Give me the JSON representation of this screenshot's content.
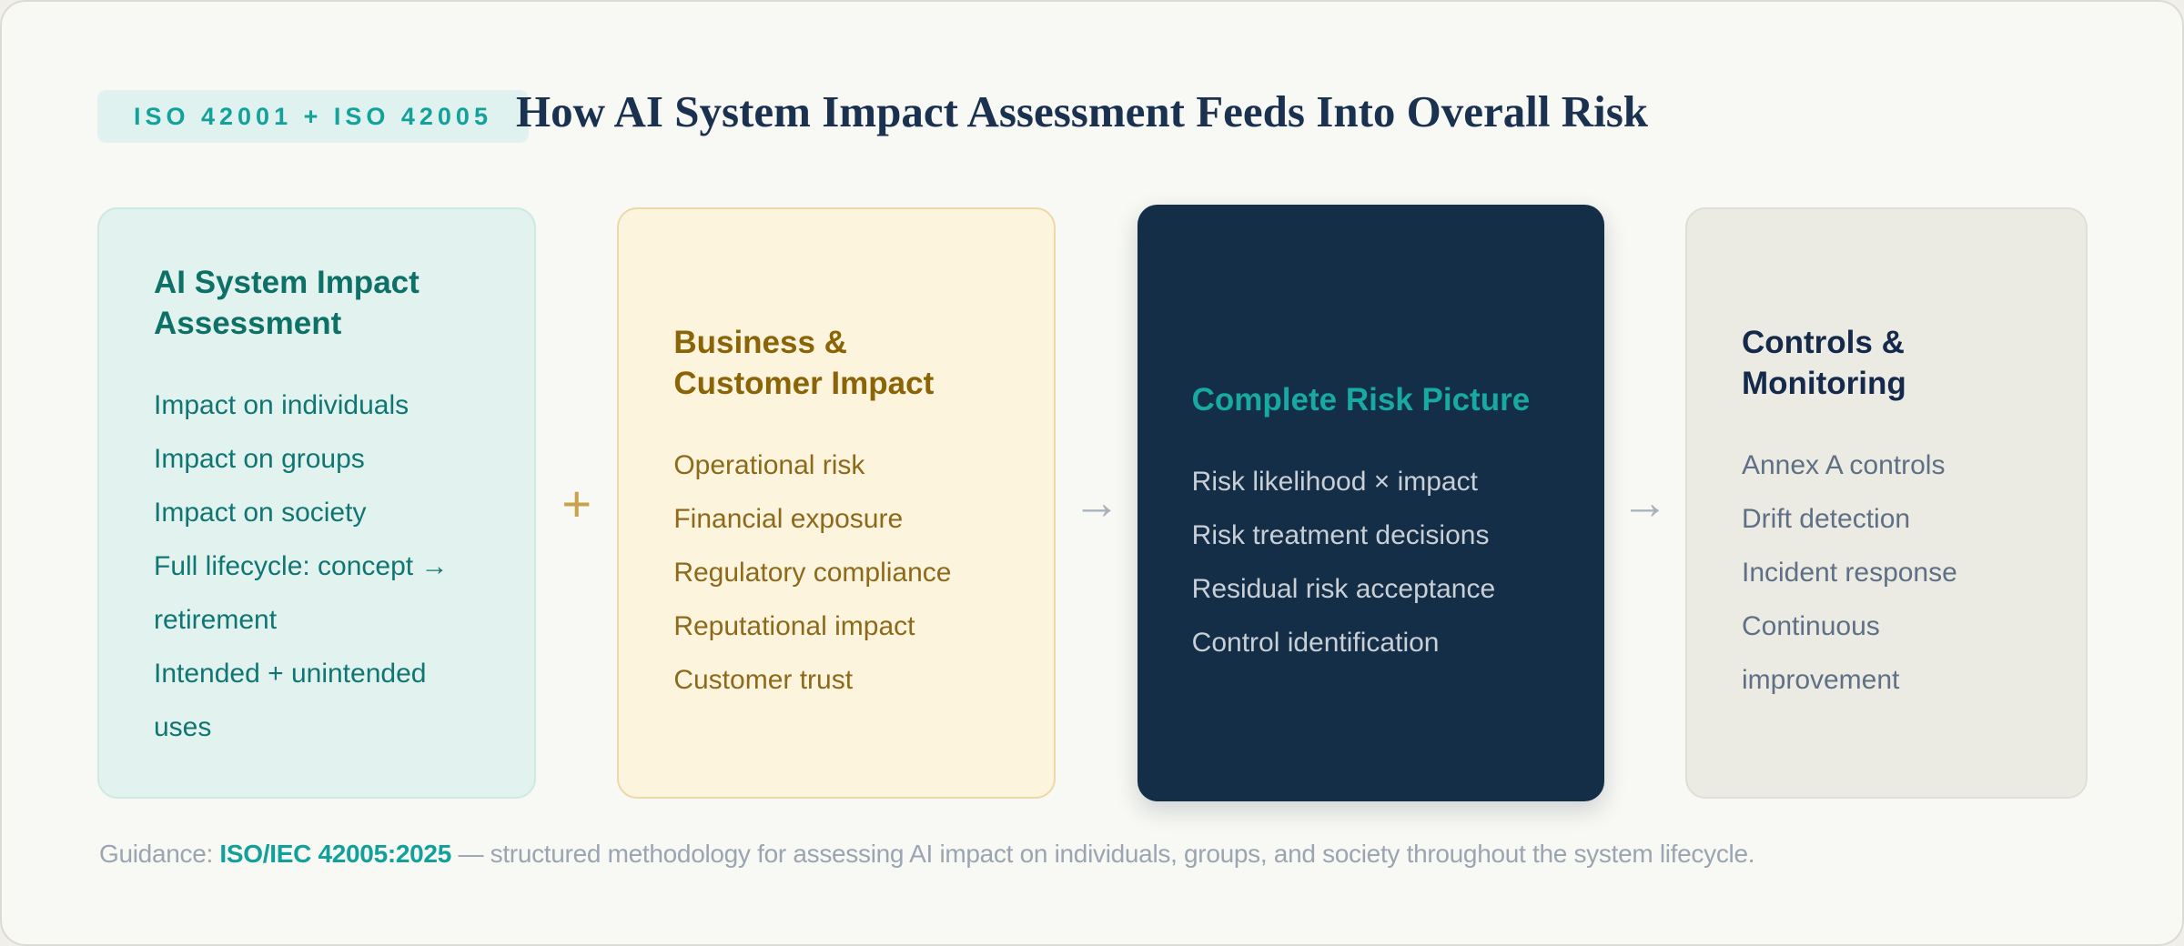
{
  "badge": {
    "label": "ISO 42001 + ISO 42005"
  },
  "title": "How AI System Impact Assessment Feeds Into Overall Risk",
  "cards": [
    {
      "heading": "AI System Impact Assessment",
      "items": [
        "Impact on individuals",
        "Impact on groups",
        "Impact on society",
        "Full lifecycle: concept → retirement",
        "Intended + unintended uses"
      ]
    },
    {
      "heading": "Business & Customer Impact",
      "items": [
        "Operational risk",
        "Financial exposure",
        "Regulatory compliance",
        "Reputational impact",
        "Customer trust"
      ]
    },
    {
      "heading": "Complete Risk Picture",
      "items": [
        "Risk likelihood × impact",
        "Risk treatment decisions",
        "Residual risk acceptance",
        "Control identification"
      ]
    },
    {
      "heading": "Controls & Monitoring",
      "items": [
        "Annex A controls",
        "Drift detection",
        "Incident response",
        "Continuous improvement"
      ]
    }
  ],
  "connectors": {
    "plus": "+",
    "arrow1": "→",
    "arrow2": "→"
  },
  "footer": {
    "prefix": "Guidance: ",
    "standard": "ISO/IEC 42005:2025",
    "text": " — structured methodology for assessing AI impact on individuals, groups, and society throughout the system lifecycle."
  },
  "colors": {
    "accent_teal": "#13a29b",
    "title_navy": "#1b3150",
    "card_mint_bg": "#e2f2ee",
    "card_cream_bg": "#fdf4dd",
    "card_navy_bg": "#142e47",
    "card_gray_bg": "#ebebe4",
    "plus_gold": "#c8a34b",
    "arrow_gray": "#a8b1bb"
  }
}
